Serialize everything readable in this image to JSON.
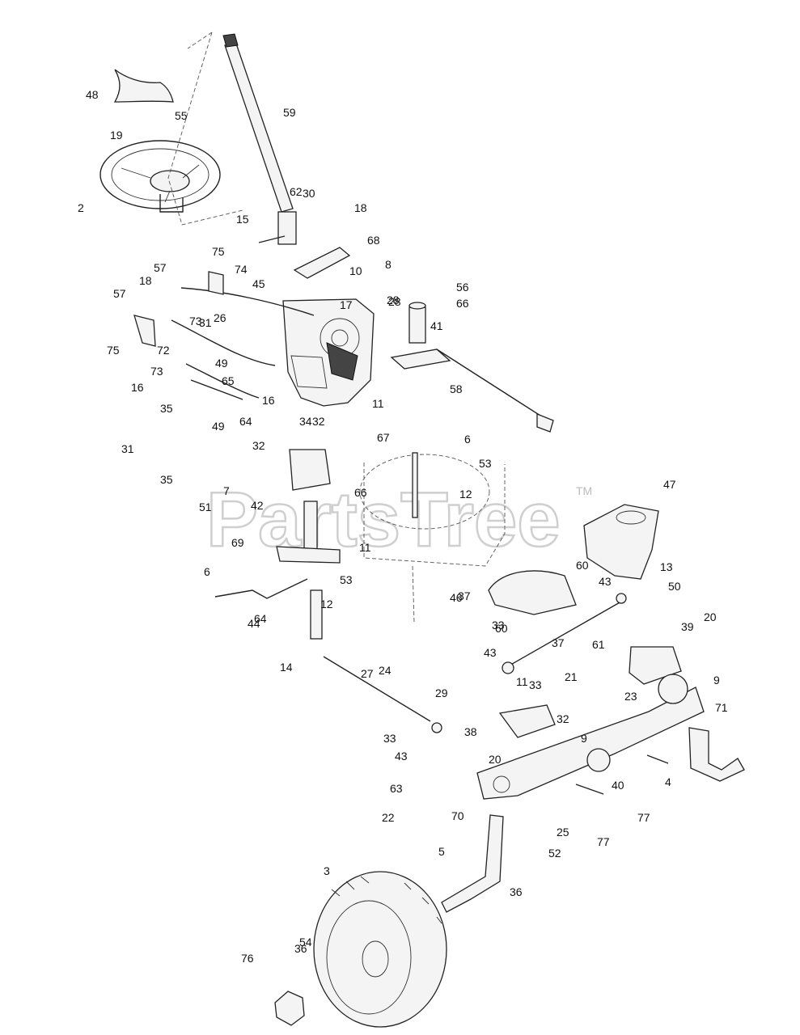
{
  "watermark": {
    "text": "PartsTree",
    "tm": "TM"
  },
  "callouts": [
    "2",
    "3",
    "4",
    "5",
    "6",
    "6",
    "7",
    "8",
    "9",
    "9",
    "10",
    "11",
    "11",
    "11",
    "12",
    "12",
    "13",
    "14",
    "15",
    "16",
    "16",
    "17",
    "18",
    "18",
    "19",
    "20",
    "20",
    "21",
    "22",
    "23",
    "24",
    "25",
    "26",
    "27",
    "28",
    "28",
    "29",
    "30",
    "31",
    "31",
    "32",
    "32",
    "32",
    "33",
    "33",
    "33",
    "34",
    "35",
    "35",
    "36",
    "36",
    "37",
    "37",
    "38",
    "39",
    "40",
    "41",
    "42",
    "43",
    "43",
    "43",
    "44",
    "45",
    "46",
    "47",
    "48",
    "49",
    "49",
    "50",
    "51",
    "52",
    "53",
    "53",
    "54",
    "55",
    "56",
    "57",
    "57",
    "58",
    "59",
    "60",
    "60",
    "61",
    "62",
    "63",
    "64",
    "64",
    "65",
    "66",
    "66",
    "67",
    "68",
    "69",
    "70",
    "71",
    "72",
    "73",
    "73",
    "74",
    "75",
    "75",
    "76",
    "77",
    "77"
  ]
}
